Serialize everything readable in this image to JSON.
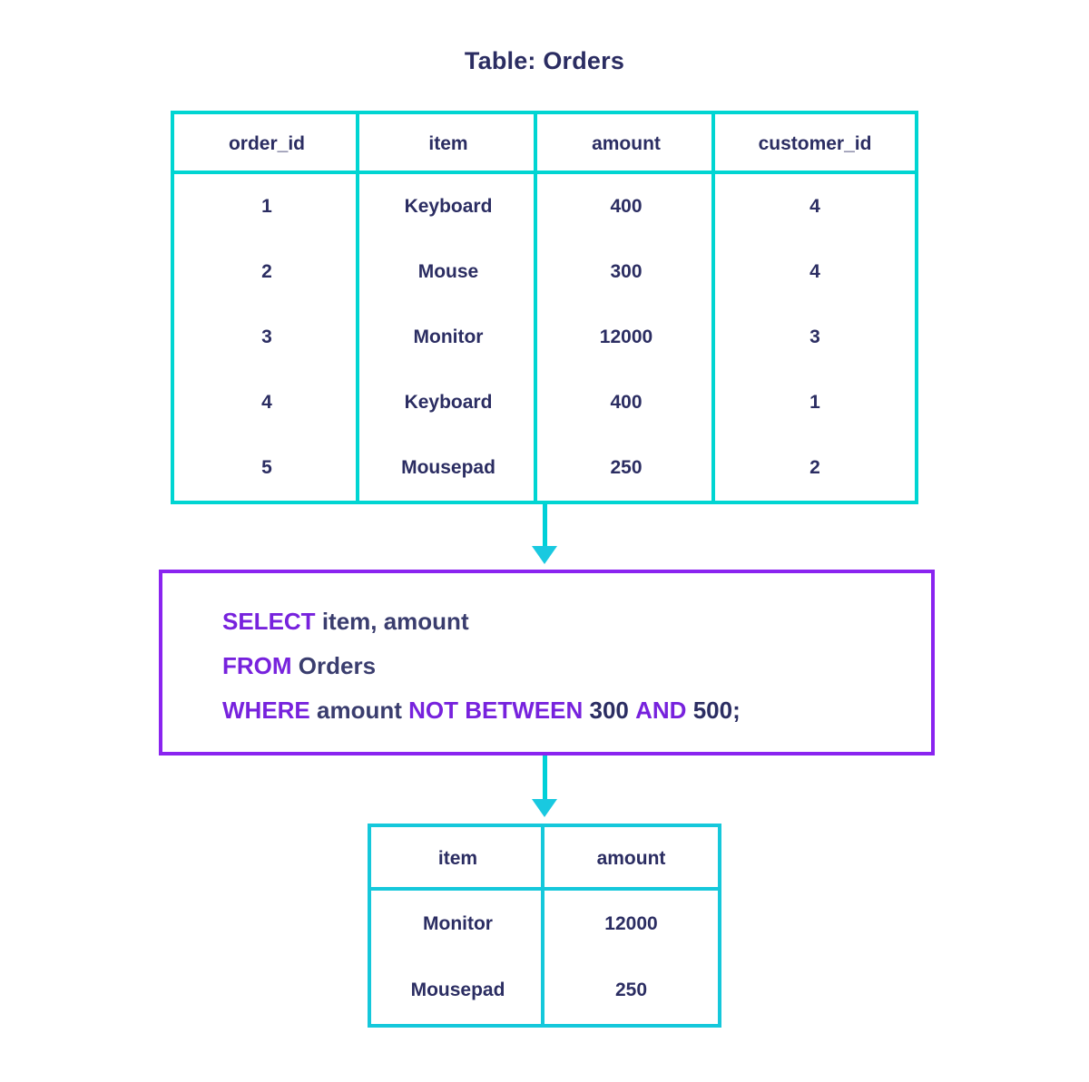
{
  "title": "Table: Orders",
  "source_table": {
    "name": "Orders",
    "columns": [
      "order_id",
      "item",
      "amount",
      "customer_id"
    ],
    "rows": [
      [
        "1",
        "Keyboard",
        "400",
        "4"
      ],
      [
        "2",
        "Mouse",
        "300",
        "4"
      ],
      [
        "3",
        "Monitor",
        "12000",
        "3"
      ],
      [
        "4",
        "Keyboard",
        "400",
        "1"
      ],
      [
        "5",
        "Mousepad",
        "250",
        "2"
      ]
    ]
  },
  "query": {
    "line1": {
      "keyword": "SELECT",
      "rest": "item, amount"
    },
    "line2": {
      "keyword": "FROM",
      "rest": "Orders"
    },
    "line3": {
      "keyword": "WHERE",
      "column": "amount",
      "operator": "NOT BETWEEN",
      "low": "300",
      "conjunction": "AND",
      "high": "500;"
    },
    "full_text": "SELECT item, amount FROM Orders WHERE amount NOT BETWEEN 300 AND 500;"
  },
  "result_table": {
    "columns": [
      "item",
      "amount"
    ],
    "rows": [
      [
        "Monitor",
        "12000"
      ],
      [
        "Mousepad",
        "250"
      ]
    ]
  },
  "arrows": {
    "table_to_query": "arrow-down-icon",
    "query_to_result": "arrow-down-icon"
  },
  "colors": {
    "table_border": "#00d5d2",
    "result_border": "#15c8db",
    "query_border": "#8a24f0",
    "keyword": "#7722dd",
    "text": "#2b2d62",
    "arrow": "#19c9e0",
    "background": "#ffffff"
  }
}
